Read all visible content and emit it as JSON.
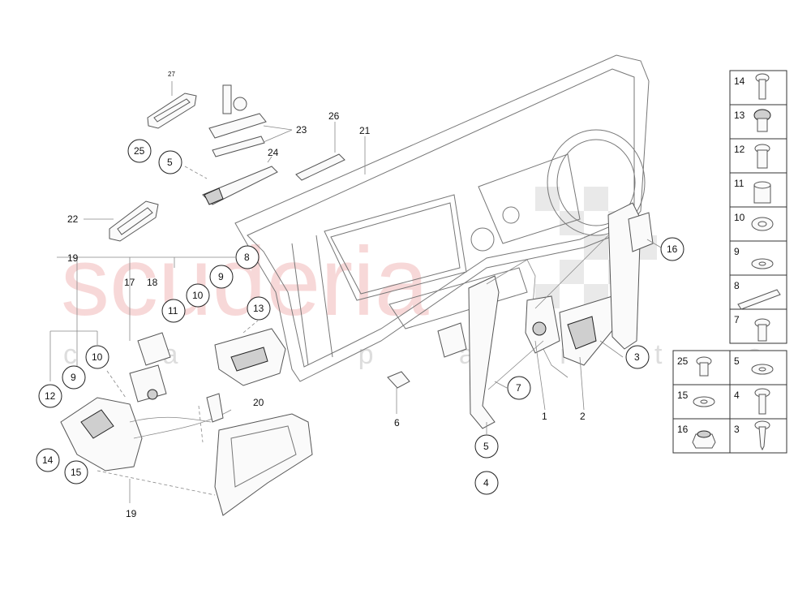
{
  "watermark": {
    "main": "scuderia",
    "sub": "c a r p a r t s"
  },
  "callouts": {
    "c27": "27",
    "c23": "23",
    "c25": "25",
    "c5a": "5",
    "c24": "24",
    "c26": "26",
    "c21": "21",
    "c22": "22",
    "c19a": "19",
    "c8": "8",
    "c9a": "9",
    "c10a": "10",
    "c11": "11",
    "c17": "17",
    "c18": "18",
    "c13": "13",
    "c10b": "10",
    "c9b": "9",
    "c12": "12",
    "c20": "20",
    "c14": "14",
    "c15": "15",
    "c19b": "19",
    "c6": "6",
    "c7": "7",
    "c1": "1",
    "c2": "2",
    "c3": "3",
    "c16": "16",
    "c5b": "5",
    "c4": "4"
  },
  "legend": {
    "right_column": [
      "14",
      "13",
      "12",
      "11",
      "10",
      "9",
      "8",
      "7",
      "5",
      "4",
      "3"
    ],
    "left_column": [
      "25",
      "15",
      "16"
    ]
  }
}
